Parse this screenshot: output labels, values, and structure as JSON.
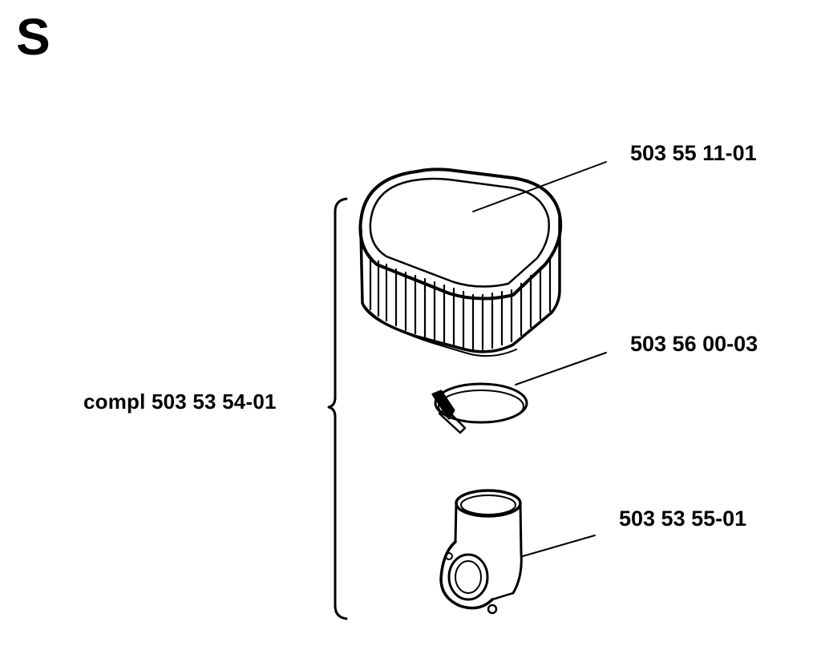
{
  "diagram": {
    "section_letter": "S",
    "kit": {
      "label": "compl 503 53 54-01"
    },
    "parts": [
      {
        "part_number": "503 55 11-01"
      },
      {
        "part_number": "503 56 00-03"
      },
      {
        "part_number": "503 53 55-01"
      }
    ]
  },
  "colors": {
    "ink": "#000000",
    "paper": "#ffffff"
  }
}
